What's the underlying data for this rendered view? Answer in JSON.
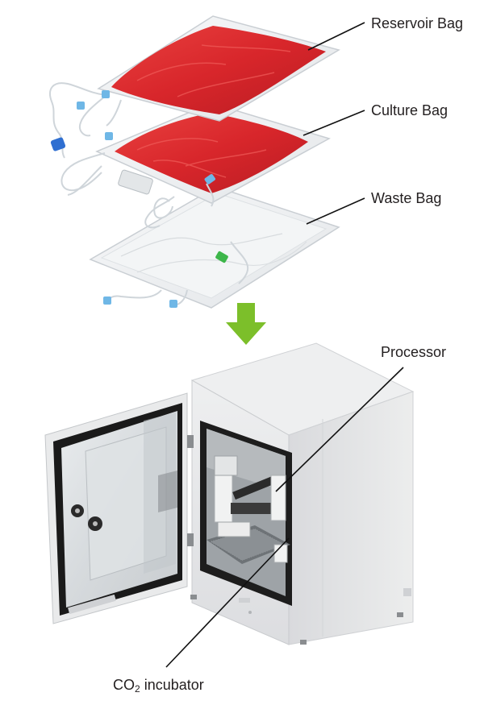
{
  "labels": {
    "reservoir_bag": "Reservoir Bag",
    "culture_bag": "Culture Bag",
    "waste_bag": "Waste Bag",
    "processor": "Processor",
    "incubator_prefix": "CO",
    "incubator_subscript": "2",
    "incubator_suffix": " incubator"
  },
  "colors": {
    "bag_fill_red": "#d8262b",
    "bag_film": "#eef1f3",
    "arrow_green": "#7cbf2a",
    "incubator_body": "#e6e7e9",
    "door_frame": "#1f1f1f",
    "connector_blue": "#2f6fd1",
    "connector_green": "#3db64a",
    "leader_line": "#111111"
  }
}
